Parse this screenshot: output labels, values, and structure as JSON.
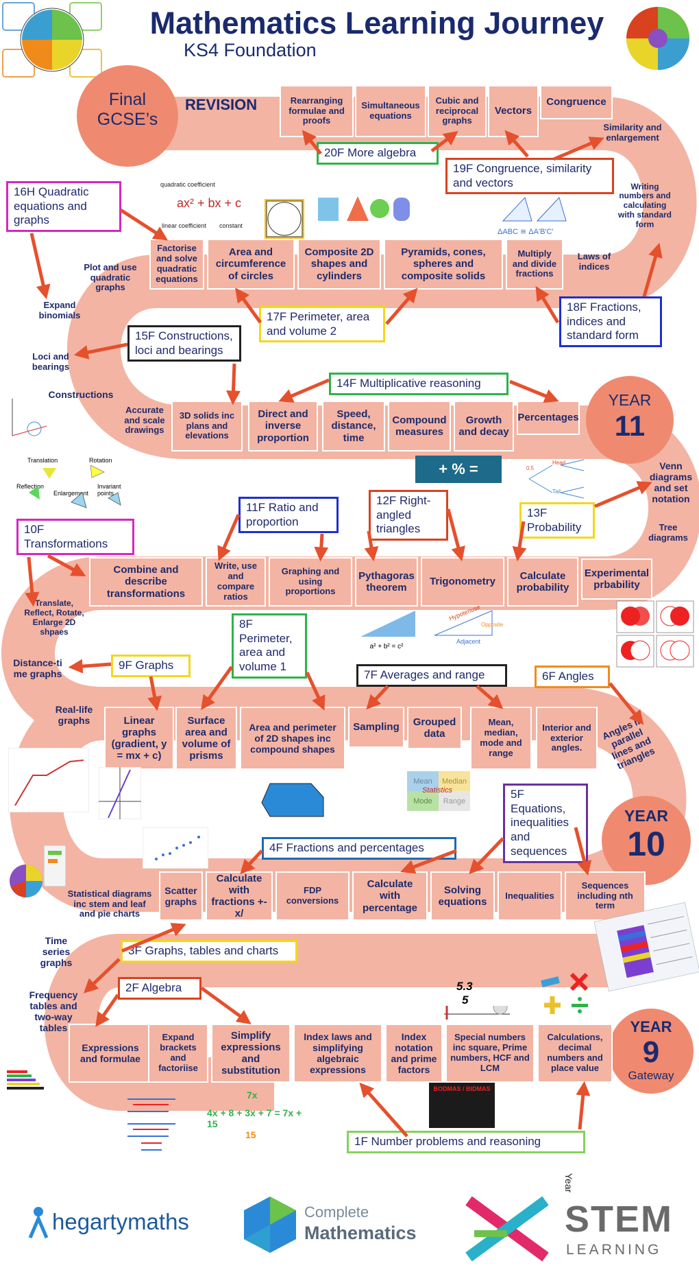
{
  "header": {
    "title": "Mathematics Learning Journey",
    "subtitle": "KS4 Foundation"
  },
  "start": {
    "line1": "Final",
    "line2": "GCSE’s"
  },
  "revision": "REVISION",
  "years": {
    "y11": {
      "label": "YEAR",
      "number": "11"
    },
    "y10": {
      "label": "YEAR",
      "number": "10"
    },
    "y9": {
      "label": "YEAR",
      "number": "9",
      "sub": "Gateway"
    }
  },
  "tiles": {
    "rearranging": "Rearranging formulae and proofs",
    "simultaneous": "Simultaneous equations",
    "cubic": "Cubic and reciprocal graphs",
    "vectors": "Vectors",
    "congruence": "Congruence",
    "similarity": "Similarity and enlargement",
    "writing_numbers": "Writing numbers and calculating with standard form",
    "laws_indices": "Laws of indices",
    "multiply_fractions": "Multiply and divide fractions",
    "pyramids": "Pyramids, cones, spheres and composite solids",
    "composite2d": "Composite 2D shapes and cylinders",
    "area_circles": "Area and circumference of circles",
    "factorise": "Factorise and solve quadratic equations",
    "plot_quadratic": "Plot and use quadratic graphs",
    "expand_binomials": "Expand binomials",
    "loci": "Loci and bearings",
    "constructions": "Constructions",
    "accurate": "Accurate and scale drawings",
    "solids3d": "3D solids inc plans and elevations",
    "direct": "Direct and inverse proportion",
    "speed": "Speed, distance, time",
    "compound": "Compound measures",
    "growth": "Growth and decay",
    "percentages": "Percentages",
    "venn": "Venn diagrams and set notation",
    "tree": "Tree diagrams",
    "experimental": "Experimental prbability",
    "calc_prob": "Calculate probability",
    "trig": "Trigonometry",
    "pythag": "Pythagoras theorem",
    "graphing_prop": "Graphing and using proportions",
    "ratios": "Write, use and compare ratios",
    "combine": "Combine and describe transformations",
    "translate": "Translate, Reflect, Rotate, Enlarge 2D shpaes",
    "distance_time": "Distance-ti me graphs",
    "real_life": "Real-life graphs",
    "linear": "Linear graphs (gradient, y = mx + c)",
    "surface": "Surface area and volume of prisms",
    "area_perimeter": "Area and perimeter of 2D shapes inc compound shapes",
    "sampling": "Sampling",
    "grouped": "Grouped data",
    "mean": "Mean, median, mode and range",
    "interior": "Interior and exterior angles.",
    "parallel": "Angles in parallel lines and triangles",
    "sequences": "Sequences including nth term",
    "inequalities": "Inequalities",
    "solving": "Solving equations",
    "calc_percent": "Calculate with percentage",
    "fdp": "FDP conversions",
    "calc_fractions": "Calculate with fractions +-x/",
    "scatter": "Scatter graphs",
    "statistical": "Statistical diagrams inc stem and leaf and pie charts",
    "time_series": "Time series graphs",
    "frequency": "Frequency tables and two-way tables",
    "expressions": "Expressions and formulae",
    "expand_brackets": "Expand brackets and factoriise",
    "simplify": "Simplify expressions and substitution",
    "index_laws": "Index laws and simplifying algebraic expressions",
    "index_notation": "Index notation and prime factors",
    "special_numbers": "Special numbers inc square, Prime numbers, HCF and LCM",
    "calculations": "Calculations, decimal numbers and place value"
  },
  "units": {
    "u20F": "20F More algebra",
    "u19F": "19F Congruence, similarity and vectors",
    "u16H": "16H Quadratic equations and graphs",
    "u18F": "18F Fractions, indices and standard form",
    "u17F": "17F Perimeter, area and volume 2",
    "u15F": "15F Constructions, loci and bearings",
    "u14F": "14F Multiplicative reasoning",
    "u11F": "11F Ratio and proportion",
    "u12F": "12F Right-angled triangles",
    "u13F": "13F Probability",
    "u10F": "10F Transformations",
    "u8F": "8F Perimeter, area and volume 1",
    "u7F": "7F Averages and range",
    "u6F": "6F Angles",
    "u9F": "9F Graphs",
    "u5F": "5F Equations, inequalities and sequences",
    "u4F": "4F Fractions and percentages",
    "u3F": "3F Graphs, tables and charts",
    "u2F": "2F Algebra",
    "u1F": "1F Number problems and reasoning"
  },
  "pictures": {
    "quadratic_coefficient": "quadratic coefficient",
    "quadratic_expr": "ax² + bx + c",
    "linear_coefficient": "linear coefficient",
    "constant": "constant",
    "triangle_label": "ΔABC ≅ ΔA'B'C'",
    "pythag_formula": "a² + b² = c²",
    "translation": "Translation",
    "rotation": "Rotation",
    "reflection": "Reflection",
    "enlargement": "Enlargement",
    "invariant": "Invariant points",
    "hypotenuse": "Hypotenuse",
    "opposite": "Opposite",
    "adjacent": "Adjacent",
    "head": "Head",
    "tail": "Tail",
    "half": "0.5",
    "mean_box": "Mean",
    "median_box": "Median",
    "mode_box": "Mode",
    "range_box": "Range",
    "statistics": "Statistics",
    "fraction_5_3": "5.3",
    "fraction_5": "5",
    "seven_x": "7x",
    "expand_eq": "4x + 8 + 3x + 7 = 7x + 15",
    "fifteen": "15",
    "percent_sign": "+ % =",
    "bidmas": "BODMAS / BIDMAS",
    "year_side": "Year"
  },
  "logos": {
    "hegarty": "hegartymaths",
    "complete1": "Complete",
    "complete2": "Mathematics",
    "stem1": "STEM",
    "stem2": "LEARNING"
  },
  "colors": {
    "path": "#f3b4a3",
    "path_dark": "#ef8a70",
    "tile_text": "#1f2a6b",
    "arrow": "#e5502d",
    "green": "#2db34a",
    "red": "#d9421e",
    "magenta": "#d627c0",
    "blue": "#1d2fd0",
    "yellow": "#f3d71a",
    "black": "#222222",
    "orange": "#f08b1b",
    "purple": "#6a2fa0",
    "lightgreen": "#86d15a"
  }
}
